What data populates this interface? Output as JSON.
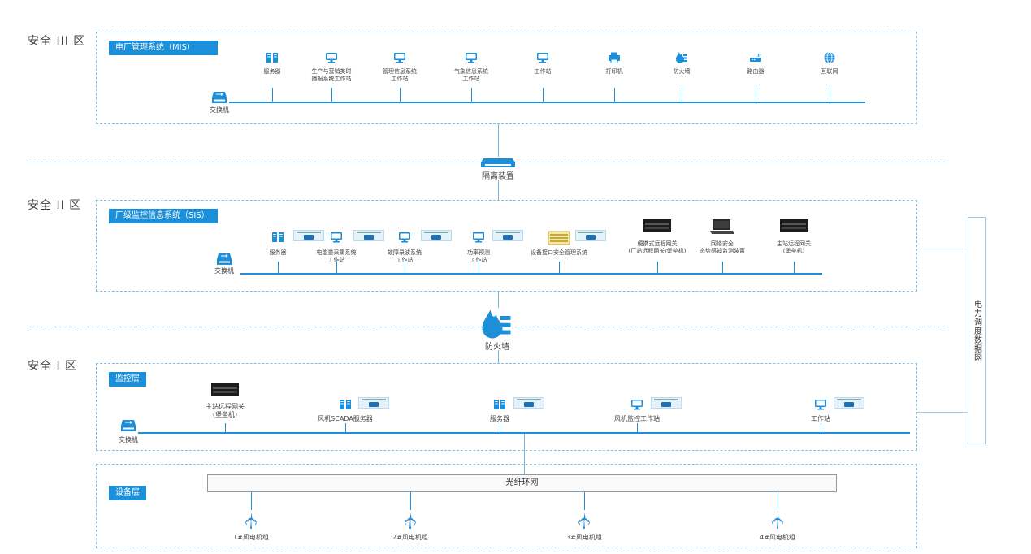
{
  "zones": {
    "iii": {
      "title": "安全 III 区",
      "tag": "电厂管理系统（MIS）"
    },
    "ii": {
      "title": "安全 II 区",
      "tag": "厂级监控信息系统（SIS）"
    },
    "i": {
      "title": "安全 I 区",
      "tag_top": "监控层",
      "tag_bottom": "设备层"
    }
  },
  "mis": {
    "switch": "交换机",
    "devices": [
      {
        "icon": "server-icon",
        "label": "服务器"
      },
      {
        "icon": "workstation-icon",
        "label": "生产与营销类时\n播报系统工作站"
      },
      {
        "icon": "workstation-icon",
        "label": "管理信息系统\n工作站"
      },
      {
        "icon": "workstation-icon",
        "label": "气象信息系统\n工作站"
      },
      {
        "icon": "workstation-icon",
        "label": "工作站"
      },
      {
        "icon": "printer-icon",
        "label": "打印机"
      },
      {
        "icon": "firewall-icon",
        "label": "防火墙"
      },
      {
        "icon": "router-icon",
        "label": "路由器"
      },
      {
        "icon": "internet-icon",
        "label": "互联网"
      }
    ]
  },
  "separator": {
    "isolator": "隔离装置",
    "firewall": "防火墙"
  },
  "sis": {
    "switch": "交换机",
    "devices": [
      {
        "icon": "server-icon",
        "label": "服务器"
      },
      {
        "icon": "workstation-icon",
        "label": "电能量采集系统\n工作站"
      },
      {
        "icon": "workstation-icon",
        "label": "故障录波系统\n工作站"
      },
      {
        "icon": "workstation-icon",
        "label": "功率预测\n工作站"
      },
      {
        "icon": "keyboard-icon",
        "label": "设备接口安全管理系统"
      },
      {
        "icon": "rack-gateway-icon",
        "label": "便携式远程网关\n(厂站远程网关/堡垒机)"
      },
      {
        "icon": "laptop-icon",
        "label": "网络安全\n态势感知监测装置"
      },
      {
        "icon": "rack-gateway-icon",
        "label": "主站远程网关\n(堡垒机)"
      }
    ]
  },
  "monitor": {
    "switch": "交换机",
    "devices": [
      {
        "icon": "rack-gateway-icon",
        "label": "主站远程网关\n(堡垒机)"
      },
      {
        "icon": "server-icon",
        "label": "风机SCADA服务器"
      },
      {
        "icon": "server-icon",
        "label": "服务器"
      },
      {
        "icon": "workstation-icon",
        "label": "风机监控工作站"
      },
      {
        "icon": "workstation-icon",
        "label": "工作站"
      }
    ]
  },
  "device_layer": {
    "ring": "光纤环网",
    "turbines": [
      "1#风电机组",
      "2#风电机组",
      "3#风电机组",
      "4#风电机组"
    ]
  },
  "grid_network": "电力调度数据网",
  "colors": {
    "accent": "#1d8fd8",
    "dashed": "#7fc3e6"
  }
}
